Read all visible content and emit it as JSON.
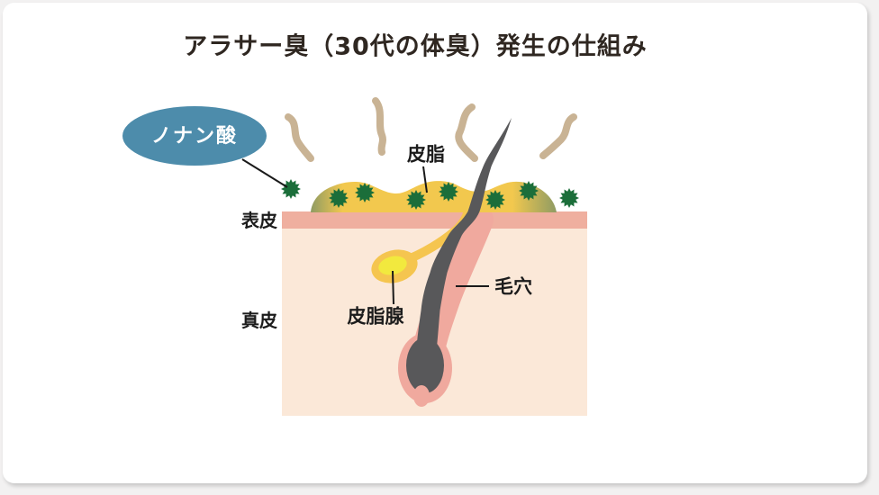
{
  "title": "アラサー臭（30代の体臭）発生の仕組み",
  "labels": {
    "nonanoic_acid": "ノナン酸",
    "sebum": "皮脂",
    "epidermis": "表皮",
    "dermis": "真皮",
    "sebaceous_gland": "皮脂腺",
    "pore": "毛穴"
  },
  "diagram": {
    "bacteria_icon_count": 8,
    "odor_wave_icon_count": 4
  },
  "colors": {
    "card_bg": "#ffffff",
    "title_text": "#2f2721",
    "callout_teal": "#4d8cab",
    "callout_text": "#ffffff",
    "sebum_yellow": "#f2c84e",
    "sebum_edge_olive": "#8f9b63",
    "bacteria_green": "#1b6e3a",
    "epidermis_pink": "#efaf9f",
    "dermis_peach": "#fbe8d8",
    "follicle_pink": "#f0a99e",
    "hair_gray": "#58585a",
    "gland_outer_yellow": "#f5c54f",
    "gland_inner_yellow": "#f2e93e",
    "odor_tan": "#c9b394",
    "leader_line": "#1a1a1a"
  }
}
